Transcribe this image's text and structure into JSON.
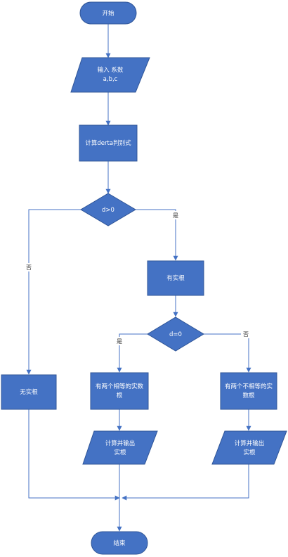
{
  "colors": {
    "node_fill": "#4472c4",
    "node_stroke": "#2f5597",
    "edge": "#4472c4",
    "text": "#ffffff",
    "edge_label_text": "#333333"
  },
  "nodes": {
    "start": "开始",
    "input_line1": "输入 系数",
    "input_line2": "a,b,c",
    "compute_delta": "计算derta判别式",
    "decision_d_gt_0": "d>0",
    "has_real_roots": "有实根",
    "decision_d_eq_0": "d=0",
    "no_real_roots": "无实根",
    "two_equal_line1": "有两个相等的实数",
    "two_equal_line2": "根",
    "two_unequal_line1": "有两个不相等的实",
    "two_unequal_line2": "数根",
    "output_left_line1": "计算并输出",
    "output_left_line2": "实根",
    "output_right_line1": "计算并输出",
    "output_right_line2": "实根",
    "end": "结束"
  },
  "edge_labels": {
    "d_gt_0_yes": "是",
    "d_gt_0_no": "否",
    "d_eq_0_yes": "是",
    "d_eq_0_no": "否"
  }
}
